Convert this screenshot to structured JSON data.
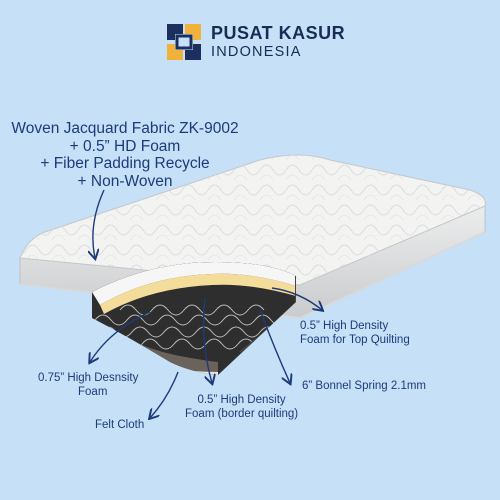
{
  "brand": {
    "name_line1": "PUSAT KASUR",
    "name_line2": "INDONESIA",
    "logo_colors": {
      "navy": "#1c2f5e",
      "gold": "#f0b23a"
    }
  },
  "callouts": {
    "top": [
      "Woven Jacquard Fabric ZK-9002",
      "+ 0.5” HD Foam",
      "+ Fiber Padding Recycle",
      "+ Non-Woven"
    ],
    "top_quilting": [
      "0.5” High Density",
      "Foam for Top Quilting"
    ],
    "desnsity_foam": [
      "0.75” High Desnsity",
      "Foam"
    ],
    "border_quilting": [
      "0.5” High Density",
      "Foam (border quilting)"
    ],
    "bonnel_spring": "6” Bonnel Spring 2.1mm",
    "felt_cloth": "Felt Cloth"
  },
  "colors": {
    "background": "#c5e0f7",
    "text": "#1d3a7a",
    "arrow": "#1d3a7a",
    "foam_yellow": "#f4dd9a",
    "felt": "#6b625c"
  }
}
